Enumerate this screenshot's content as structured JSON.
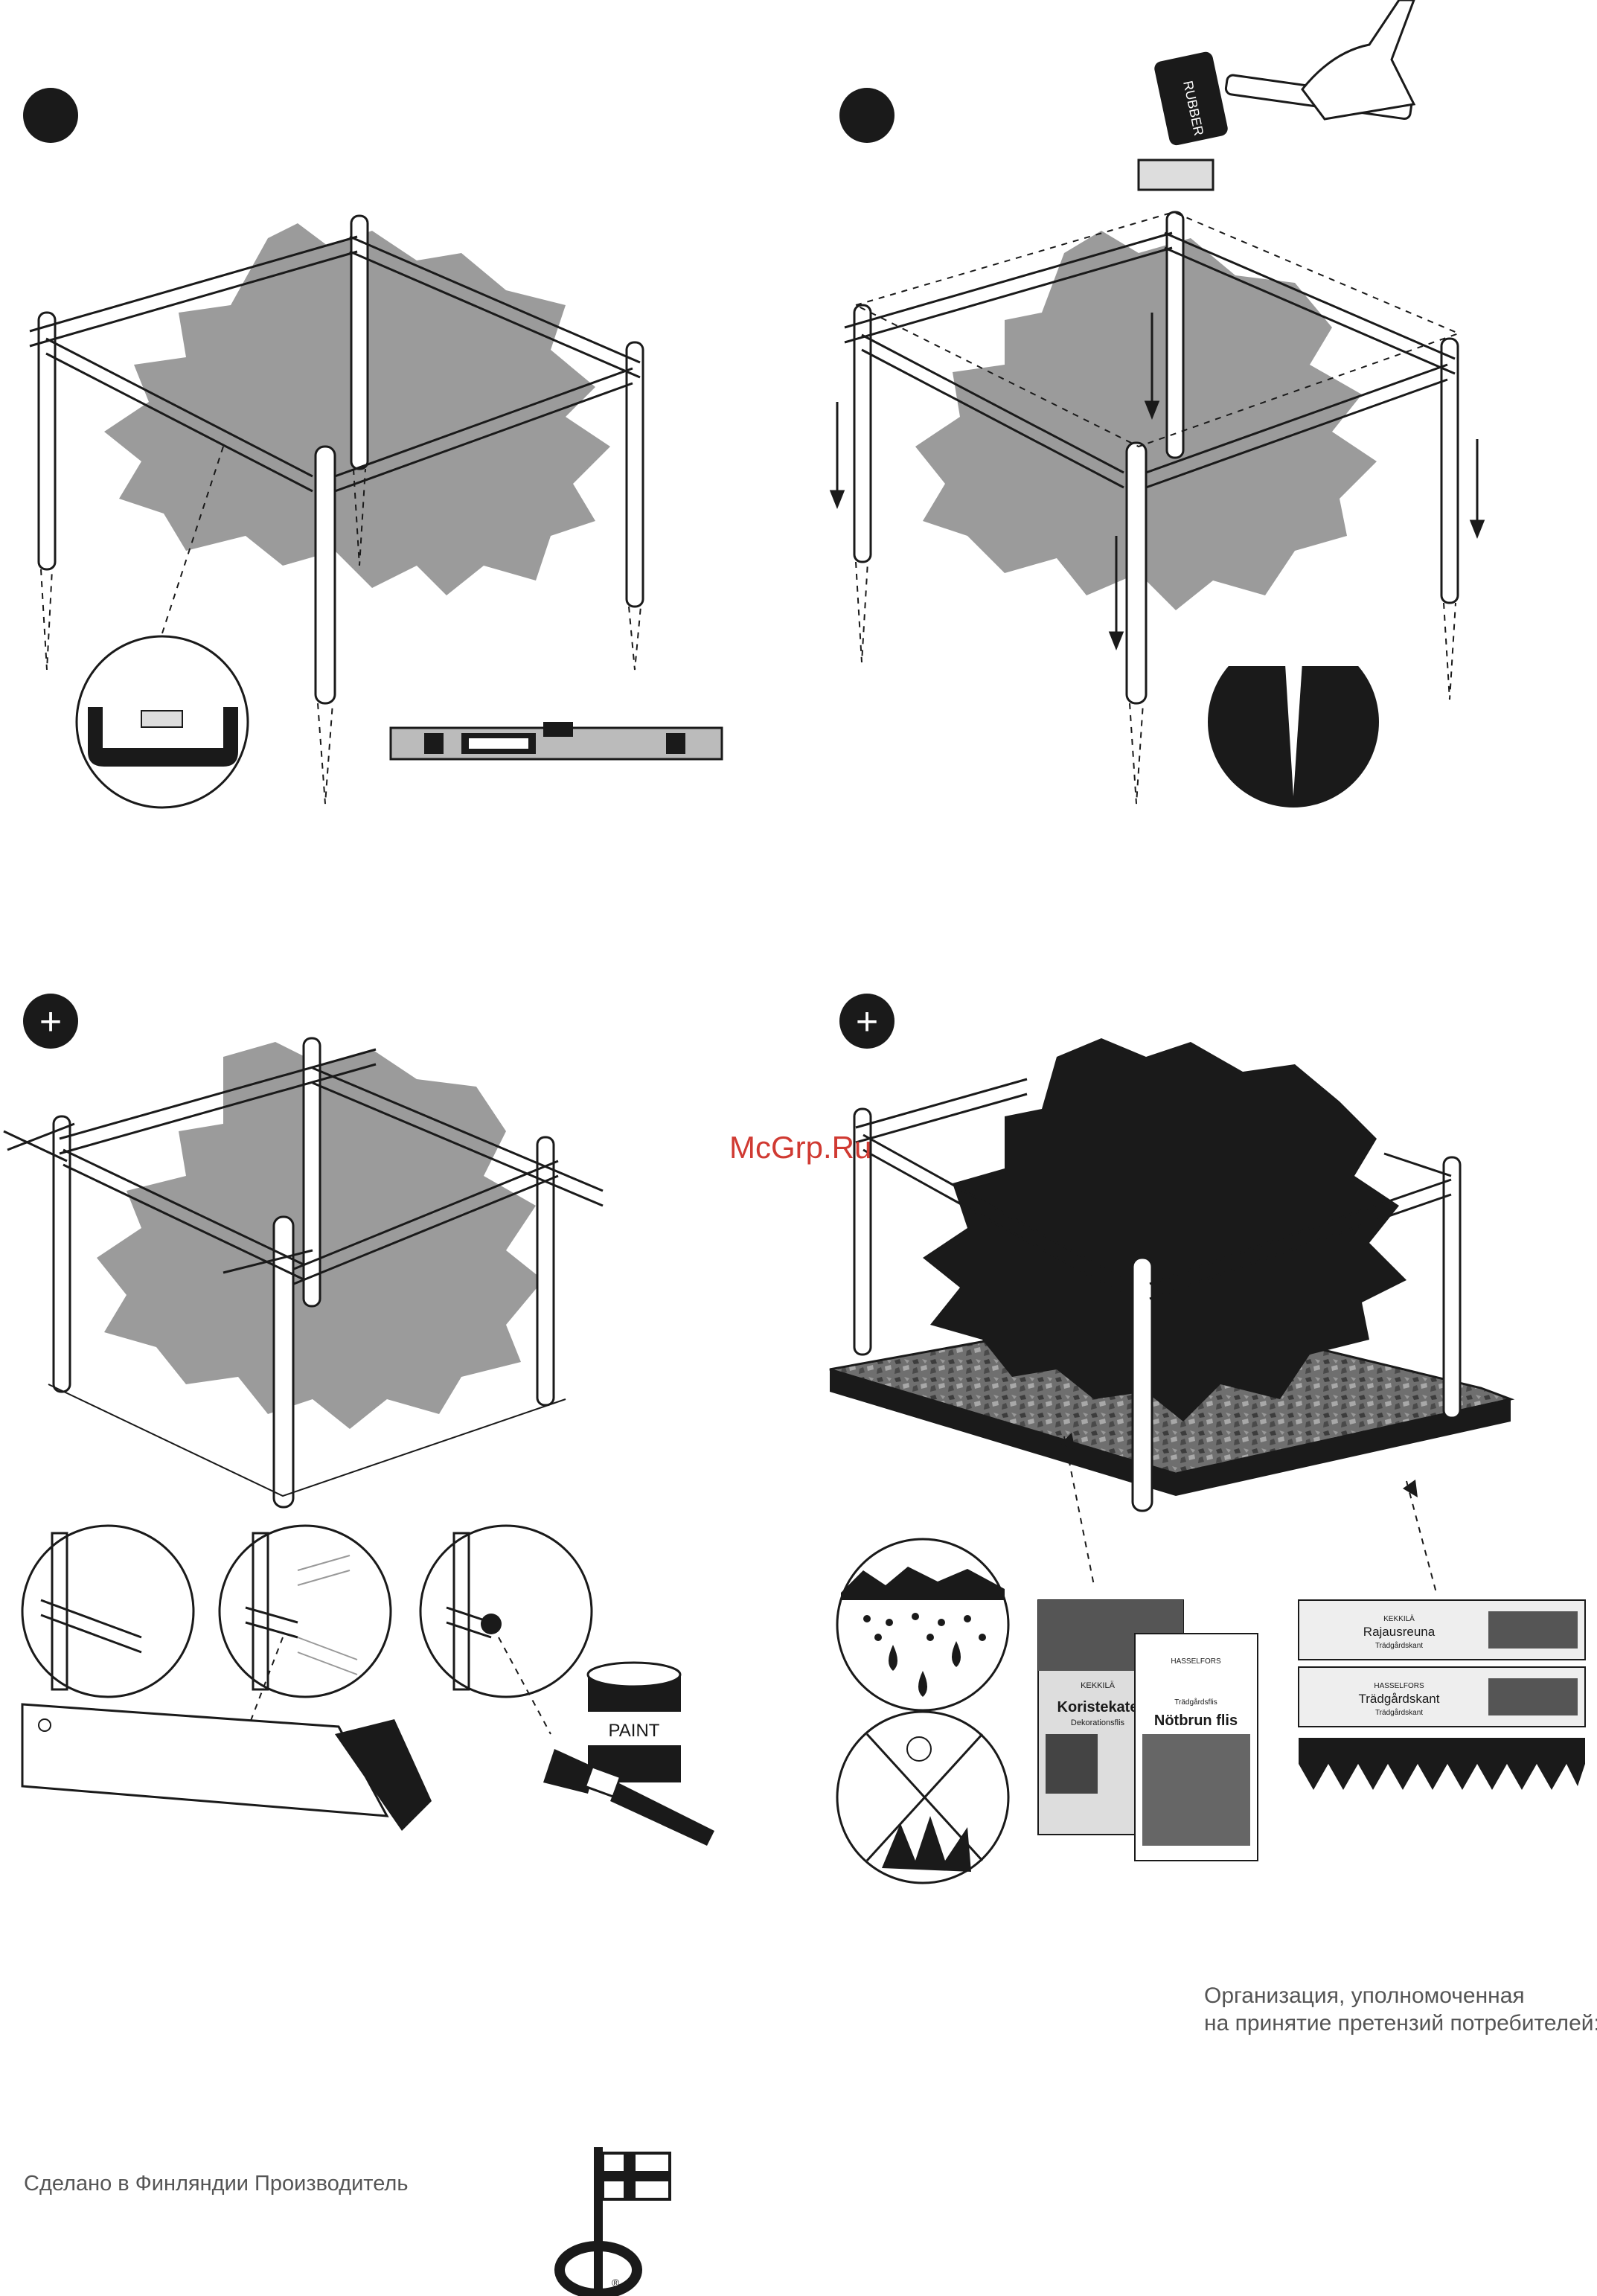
{
  "watermark": "McGrp.Ru",
  "panels": {
    "step1": {
      "marker": ""
    },
    "step2": {
      "marker": ""
    },
    "tip1": {
      "marker": "+"
    },
    "tip2": {
      "marker": "+"
    }
  },
  "tools": {
    "mallet_label": "RUBBER",
    "paint_can_label": "PAINT"
  },
  "products": {
    "bag1": {
      "brand": "KEKKILÄ",
      "name": "Koristekate",
      "subtitle": "Dekorationsflis"
    },
    "bag2": {
      "brand": "HASSELFORS",
      "tag": "Trädgårdsflis",
      "name": "Nötbrun flis"
    },
    "edge1": {
      "brand": "KEKKILÄ",
      "name": "Rajausreuna",
      "subtitle": "Trädgårdskant"
    },
    "edge2": {
      "brand": "HASSELFORS",
      "name": "Trädgårdskant",
      "subtitle": "Trädgårdskant"
    }
  },
  "footer": {
    "org_line1": "Организация, уполномоченная",
    "org_line2": "на принятие претензий потребителей:",
    "made_in": "Сделано в Финляндии Производитель"
  },
  "colors": {
    "foliage_gray": "#9b9b9b",
    "black": "#1a1a1a",
    "watermark_red": "#d03a32",
    "text_gray": "#555555"
  },
  "icons": [
    "rubber-mallet-icon",
    "spirit-level-icon",
    "saw-icon",
    "paint-brush-icon",
    "paint-can-icon",
    "key-flag-logo-icon"
  ]
}
